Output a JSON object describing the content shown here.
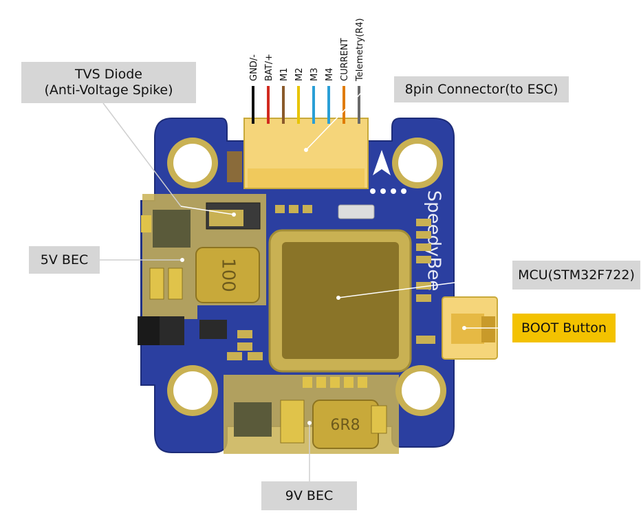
{
  "board": {
    "silkscreen_brand": "SpeedyBee",
    "inductor_5v_marking": "100",
    "inductor_9v_marking": "6R8"
  },
  "connector_pins": [
    {
      "label": "GND/-",
      "color": "#111111"
    },
    {
      "label": "BAT/+",
      "color": "#d12a1f"
    },
    {
      "label": "M1",
      "color": "#8a5a2b"
    },
    {
      "label": "M2",
      "color": "#e8c400"
    },
    {
      "label": "M3",
      "color": "#2a9fd6"
    },
    {
      "label": "M4",
      "color": "#2a9fd6"
    },
    {
      "label": "CURRENT",
      "color": "#e07b00"
    },
    {
      "label": "Telemetry(R4)",
      "color": "#6a6a6a"
    }
  ],
  "callouts": {
    "tvs_diode_line1": "TVS Diode",
    "tvs_diode_line2": "(Anti-Voltage Spike)",
    "connector": "8pin Connector(to ESC)",
    "bec_5v": "5V BEC",
    "mcu": "MCU(STM32F722)",
    "boot_button": "BOOT Button",
    "bec_9v": "9V BEC"
  },
  "colors": {
    "pcb_blue": "#2b3fa0",
    "gold_pad": "#c9b153",
    "callout_bg": "#d6d6d6",
    "callout_highlight": "#f3c200"
  }
}
